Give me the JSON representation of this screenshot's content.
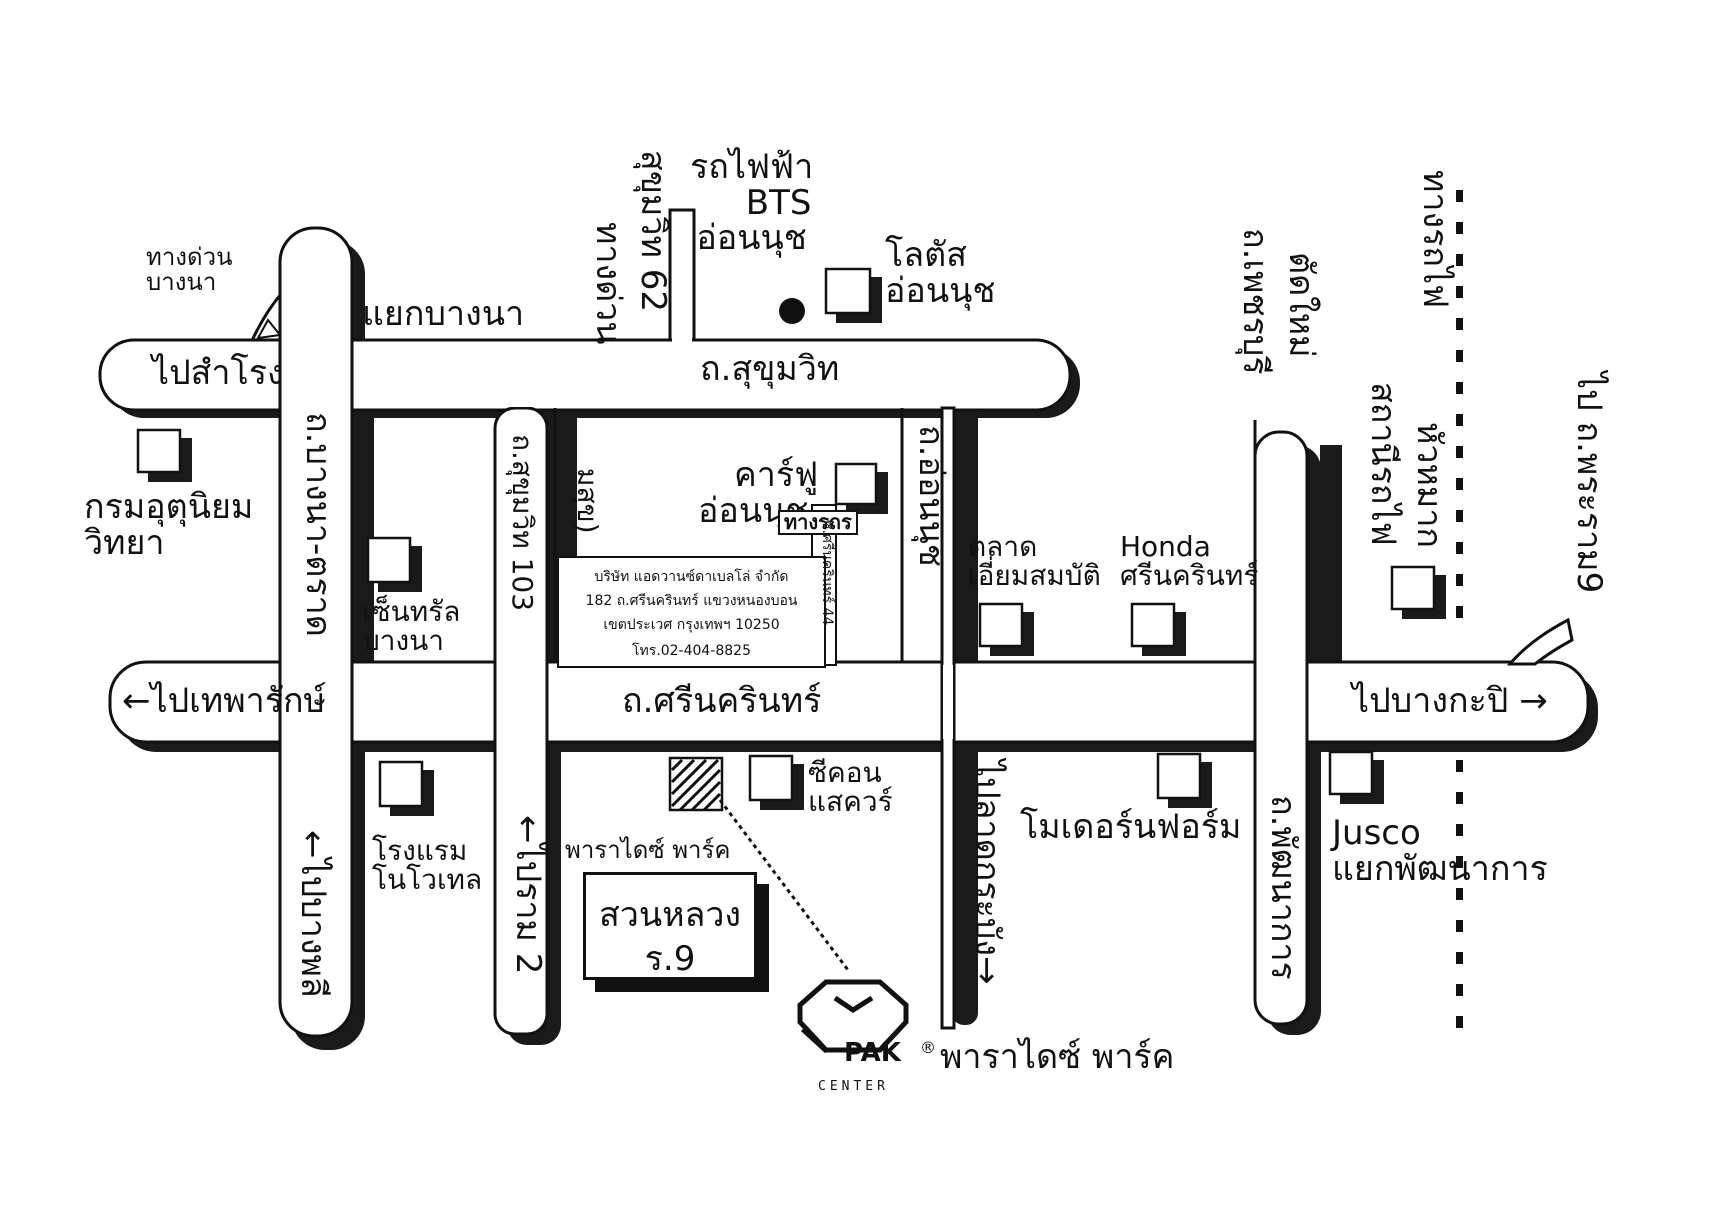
{
  "labels": {
    "expressway": [
      "ทางด่วน",
      "บางนา"
    ],
    "bangna_junction": "แยกบางนา",
    "soi62": [
      "ทางด่วน",
      "สุขุมวิท 62"
    ],
    "bts": [
      "รถไฟฟ้า",
      "BTS",
      "อ่อนนุช"
    ],
    "lotus": [
      "โลตัส",
      "อ่อนนุช"
    ],
    "to_samrong": "ไปสำโรง",
    "sukhumvit_rd": "ถ.สุขุมวิท",
    "met_dept": [
      "กรมอุตุนิยม",
      "วิทยา"
    ],
    "bangna_trat_rd": "ถ.บางนา-ตราด",
    "central": [
      "เซ็นทรัล",
      "บางนา"
    ],
    "sukhumvit103": "ถ.สุขุมวิท 103",
    "udomsuk": "มสุข)",
    "carrefour": [
      "คาร์ฟู",
      "อ่อนนุช"
    ],
    "onnut_rd": "ถ.อ่อนนุช",
    "market": [
      "ตลาด",
      "เอี่ยมสมบัติ"
    ],
    "honda": [
      "Honda",
      "ศรีนครินทร์"
    ],
    "phetchaburi": [
      "ถ.เพชรบุรี",
      "ตัดใหม่"
    ],
    "station": [
      "สถานีรถไฟ",
      "หัวหมาก"
    ],
    "railway": "ทางรถไฟ",
    "rama9": "ไป ถ.พระราม9",
    "to_theparak": "←ไปเทพารักษ์",
    "srinakarin_rd": "ถ.ศรีนครินทร์",
    "to_bangkapi": "ไปบางกะปิ →",
    "to_bangplee": "←ไปบางพลี",
    "novotel": [
      "โรงแรม",
      "โนโวเทล"
    ],
    "rama2": "←ไปราม 2",
    "paradise_small": "พาราไดซ์ พาร์ค",
    "seacon": [
      "ซีคอน",
      "แสควร์"
    ],
    "park": [
      "สวนหลวง",
      "ร.9"
    ],
    "latkrabang": "ไปลาดกระบัง→",
    "modernform": "โมเดอร์นฟอร์ม",
    "phatthanakan_rd": "ถ.พัฒนาการ",
    "jusco": [
      "Jusco",
      "แยกพัฒนาการ"
    ],
    "logo_brand": "PAK",
    "logo_sub": "CENTER",
    "logo_reg": "®",
    "paradise_big": "พาราไดซ์ พาร์ค"
  },
  "company": {
    "line1": "บริษัท แอดวานซ์ดาเบลโล่ จำกัด",
    "line2": "182 ถ.ศรีนครินทร์ แขวงหนองบอน",
    "line3": "เขตประเวศ กรุงเทพฯ 10250",
    "phone": "โทร.02-404-8825",
    "soi": "ซ.ศรีนครินทร์ 44",
    "stamp": "ทางรถร"
  }
}
